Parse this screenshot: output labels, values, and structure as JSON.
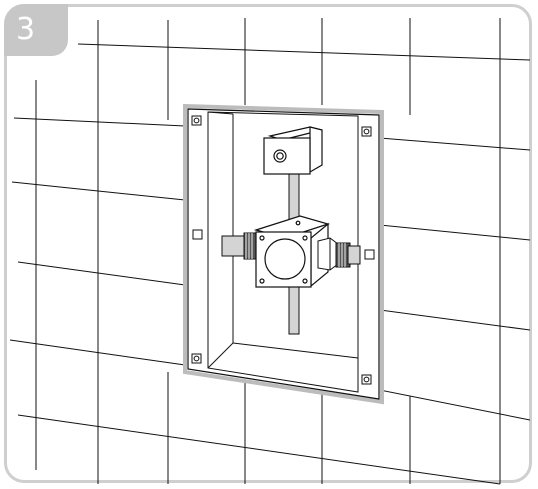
{
  "step": {
    "number": "3"
  },
  "colors": {
    "frame": "#cfcfcf",
    "badge": "#c7c7c7",
    "badge_text": "#ffffff",
    "line": "#111111",
    "box_outline": "#bcbcbc",
    "pipe_fill": "#c9c9c9"
  },
  "icons": [
    "tile-grid",
    "recessed-wall-box",
    "mixing-valve",
    "mounting-screw"
  ]
}
